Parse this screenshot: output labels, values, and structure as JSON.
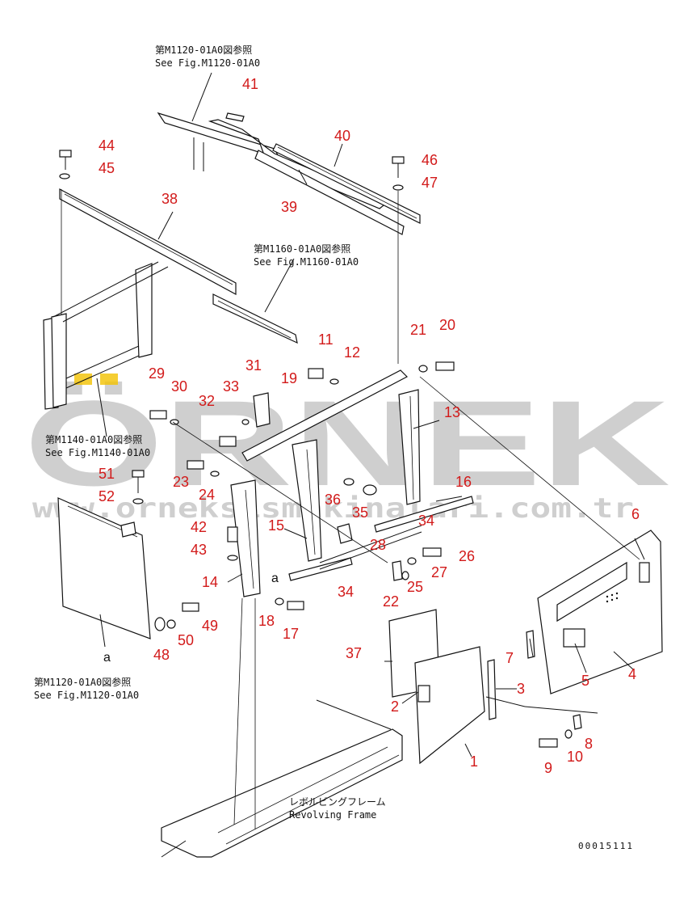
{
  "watermark": {
    "logo_text": "ÖRNEK",
    "url": "www.orneksismakinalari.com.tr",
    "accent_color": "#f2c200"
  },
  "references": {
    "top": {
      "jp": "第M1120-01A0図参照",
      "en": "See Fig.M1120-01A0"
    },
    "middle": {
      "jp": "第M1160-01A0図参照",
      "en": "See Fig.M1160-01A0"
    },
    "left": {
      "jp": "第M1140-01A0図参照",
      "en": "See Fig.M1140-01A0"
    },
    "bottom_left": {
      "jp": "第M1120-01A0図参照",
      "en": "See Fig.M1120-01A0"
    },
    "frame": {
      "jp": "レボルビングフレーム",
      "en": "Revolving Frame"
    }
  },
  "callout_a": "a",
  "drawing_code": "00015111",
  "part_numbers": [
    "1",
    "2",
    "3",
    "4",
    "5",
    "6",
    "7",
    "8",
    "9",
    "10",
    "11",
    "12",
    "13",
    "14",
    "15",
    "16",
    "17",
    "18",
    "19",
    "20",
    "21",
    "22",
    "23",
    "24",
    "25",
    "26",
    "27",
    "28",
    "29",
    "30",
    "31",
    "32",
    "33",
    "34",
    "34",
    "35",
    "36",
    "37",
    "38",
    "39",
    "40",
    "41",
    "42",
    "43",
    "44",
    "45",
    "46",
    "47",
    "48",
    "49",
    "50",
    "51",
    "52"
  ],
  "colors": {
    "part_number": "#d21a1a",
    "line": "#111111",
    "watermark": "#cfcfcf"
  }
}
